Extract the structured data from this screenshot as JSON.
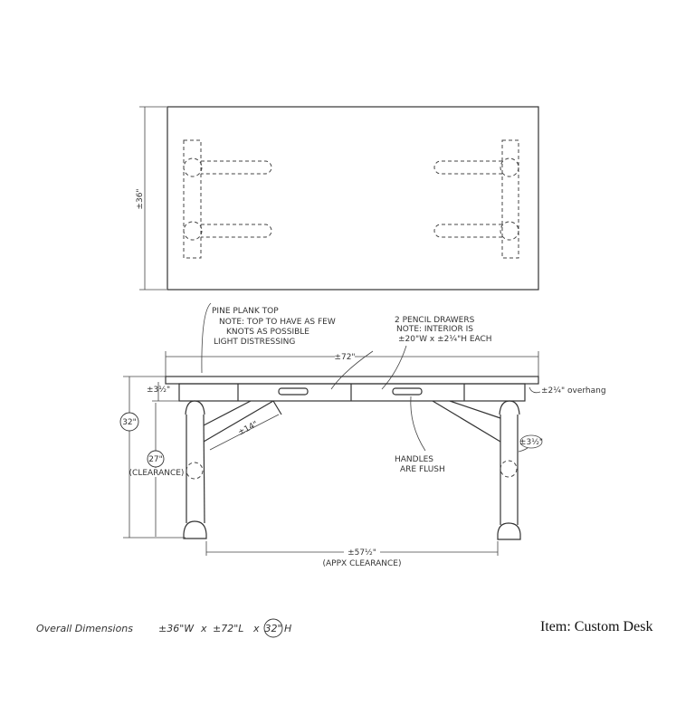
{
  "top_view": {
    "width_dim": "±36\""
  },
  "front_view": {
    "length_dim": "±72\"",
    "height_dim": "32\"",
    "apron_dim": "±3½\"",
    "clearance_dim": "27\"",
    "clearance_label": "(CLEARANCE)",
    "brace_dim": "±14\"",
    "overhang": "±2¼\" overhang",
    "leg_dim": "±3½\"",
    "between_legs_dim": "±57½\"",
    "between_legs_label": "(APPX CLEARANCE)"
  },
  "notes": {
    "top_title": "PINE PLANK TOP",
    "top_note_1": "NOTE: TOP TO HAVE AS FEW",
    "top_note_2": "KNOTS AS POSSIBLE",
    "top_note_3": "LIGHT DISTRESSING",
    "drawers_title": "2 PENCIL DRAWERS",
    "drawers_note_1": "NOTE: INTERIOR IS",
    "drawers_note_2": "±20\"W x ±2¼\"H EACH",
    "handles_1": "HANDLES",
    "handles_2": "ARE FLUSH"
  },
  "footer": {
    "overall_label": "Overall Dimensions",
    "overall_w": "±36\"W",
    "x1": "x",
    "overall_l": "±72\"L",
    "x2": "x",
    "overall_h": "32\"",
    "h": "H",
    "item": "Item: Custom Desk"
  }
}
